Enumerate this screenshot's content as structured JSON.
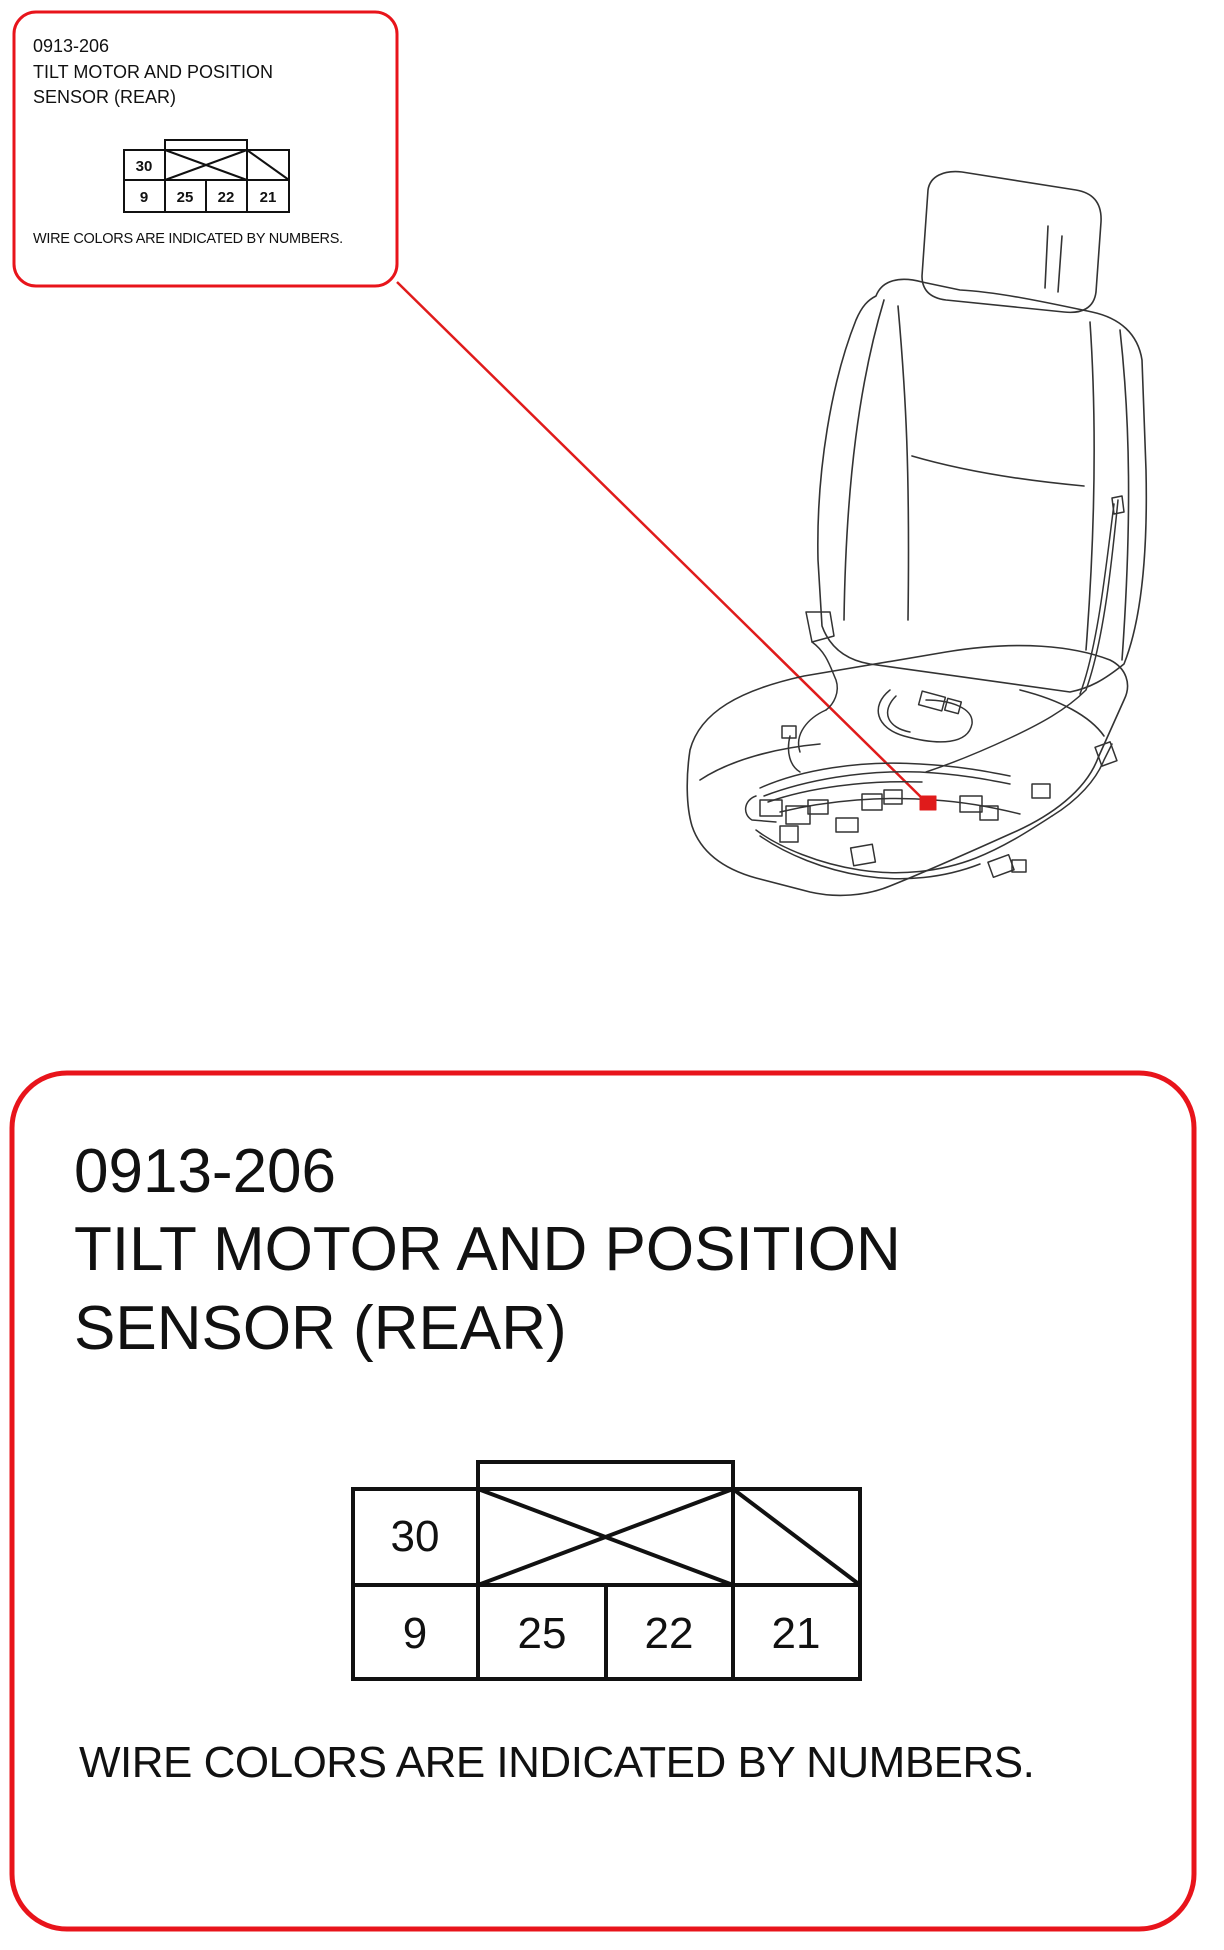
{
  "small_callout": {
    "code": "0913-206",
    "title_line1": "TILT MOTOR AND POSITION",
    "title_line2": "SENSOR (REAR)",
    "note": "WIRE COLORS ARE INDICATED BY NUMBERS."
  },
  "large_callout": {
    "code": "0913-206",
    "title_line1": "TILT MOTOR AND POSITION",
    "title_line2": "SENSOR (REAR)",
    "note": "WIRE COLORS ARE INDICATED BY NUMBERS."
  },
  "connector": {
    "top_row": [
      "30",
      "",
      "",
      ""
    ],
    "bottom_row": [
      "9",
      "25",
      "22",
      "21"
    ]
  },
  "colors": {
    "callout_border": "#e8141b",
    "leader_line": "#e01b1b",
    "connector_highlight": "#e01b1b",
    "ink": "#111111",
    "seat_outline": "#333333"
  },
  "icons": {
    "seat": "seat-with-harness-drawing",
    "connector": "connector-face-diagram"
  }
}
